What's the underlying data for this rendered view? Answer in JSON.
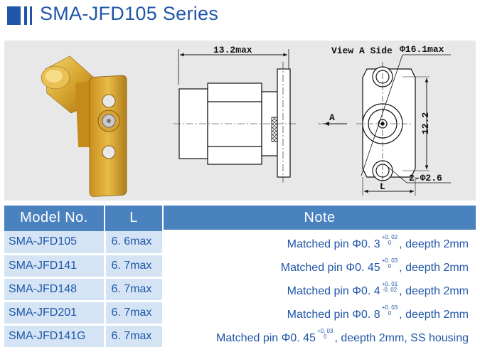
{
  "header": {
    "title": "SMA-JFD105 Series"
  },
  "drawing": {
    "length_label": "13.2max",
    "view_label": "View A Side",
    "diameter_label": "Φ16.1max",
    "arrow_label": "A",
    "height_label": "12.2",
    "l_label": "L",
    "hole_label": "2-Φ2.6"
  },
  "table": {
    "headers": [
      "Model No.",
      "L",
      "Note"
    ],
    "rows": [
      {
        "model": "SMA-JFD105",
        "l": "6. 6max",
        "note_pre": "Matched pin Φ0. 3",
        "tol_up": "+0. 02",
        "tol_low": "0",
        "note_post": ", deepth 2mm"
      },
      {
        "model": "SMA-JFD141",
        "l": "6. 7max",
        "note_pre": "Matched pin Φ0. 45",
        "tol_up": "+0. 03",
        "tol_low": "0",
        "note_post": ", deepth 2mm"
      },
      {
        "model": "SMA-JFD148",
        "l": "6. 7max",
        "note_pre": "Matched pin Φ0. 4",
        "tol_up": "+0. 01",
        "tol_low": "-0. 02",
        "note_post": ", deepth 2mm"
      },
      {
        "model": "SMA-JFD201",
        "l": "6. 7max",
        "note_pre": "Matched pin Φ0. 8",
        "tol_up": "+0. 03",
        "tol_low": "0",
        "note_post": ", deepth  2mm"
      },
      {
        "model": "SMA-JFD141G",
        "l": "6. 7max",
        "note_pre": "Matched pin Φ0. 45",
        "tol_up": "+0. 03",
        "tol_low": "0",
        "note_post": ", deepth 2mm, SS housing"
      }
    ]
  }
}
